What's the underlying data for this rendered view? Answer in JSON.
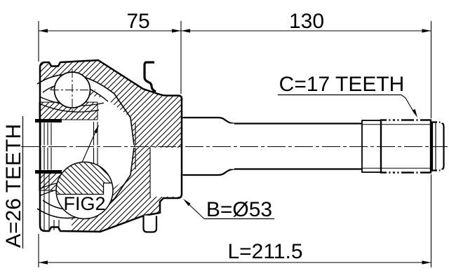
{
  "drawing": {
    "type": "technical-cross-section",
    "subject": "cv-joint-outer",
    "figure_label": "FIG2",
    "colors": {
      "line": "#000000",
      "background": "#ffffff"
    },
    "dimensions": {
      "housing_length": "75",
      "shaft_length": "130",
      "overall_length": "L=211.5"
    },
    "labels": {
      "outer_spline": "C=17 TEETH",
      "inner_spline": "A=26 TEETH",
      "body_diameter": "B=Ø53"
    }
  }
}
